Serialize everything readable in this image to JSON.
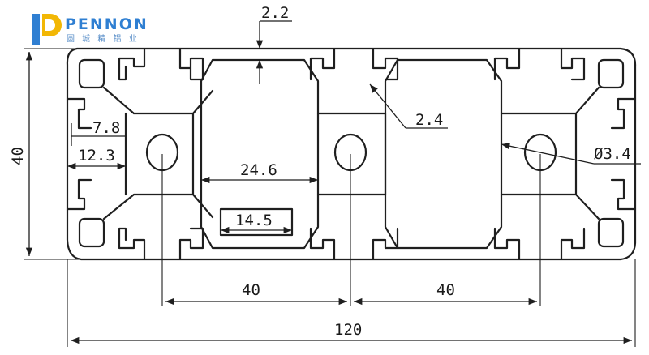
{
  "logo": {
    "brand": "PENNON",
    "subtitle": "圆 城 精 铝 业",
    "brand_color": "#2f7fd2",
    "accent_color": "#f2b705"
  },
  "dimensions": {
    "wall_thickness": "2.2",
    "slot_depth": "2.4",
    "slot_opening": "7.8",
    "slot_width": "12.3",
    "hole_diameter": "Ø3.4",
    "cavity_width": "24.6",
    "cavity_inner_width": "14.5",
    "height": "40",
    "pitch_left": "40",
    "pitch_right": "40",
    "total_width": "120"
  }
}
